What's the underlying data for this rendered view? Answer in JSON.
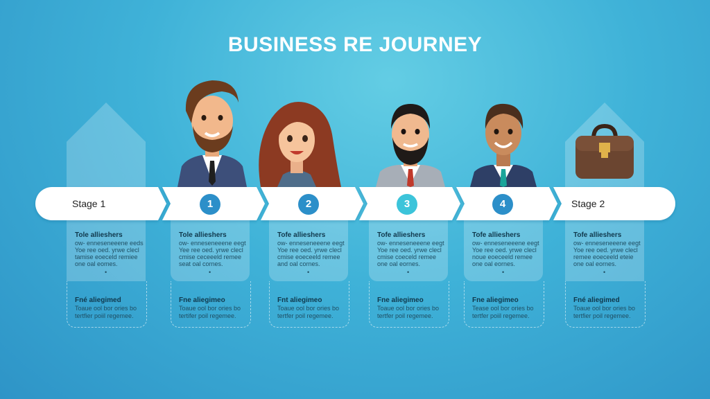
{
  "title": "BUSINESS RE JOURNEY",
  "colors": {
    "badge_blue": "#2c8fc9",
    "badge_cyan": "#3cc4da"
  },
  "steps": [
    {
      "label": "Stage 1",
      "kind": "text"
    },
    {
      "label": "1",
      "kind": "badge"
    },
    {
      "label": "2",
      "kind": "badge"
    },
    {
      "label": "3",
      "kind": "badge-cyan"
    },
    {
      "label": "4",
      "kind": "badge"
    },
    {
      "label": "Stage 2",
      "kind": "text"
    }
  ],
  "cards": [
    {
      "top_title": "Tole allieshers",
      "top_lines": [
        "ow- enneseneeene eeds",
        "Yoe ree oed. yrwe clecl",
        "tamise eoeceld remiee",
        "one oal eomes."
      ],
      "bottom_title": "Fné aliegimed",
      "bottom_lines": [
        "Toaue ool bor ories bo",
        "tertfier poiil regemee."
      ]
    },
    {
      "top_title": "Tole allieshers",
      "top_lines": [
        "ow- enneseneeene eegt",
        "Yee ree oed. yrwe clecl",
        "cmise ceceeeld remee",
        "seat oal cornes."
      ],
      "bottom_title": "Fne aliegimeo",
      "bottom_lines": [
        "Toaue ool bor ories bo",
        "tertifer poil regemee."
      ]
    },
    {
      "top_title": "Tofe allieshers",
      "top_lines": [
        "ow- enneseneeene eegt",
        "Yoe ree oed. yrwe clecl",
        "cmise eoeceeld remee",
        "and oal cornes."
      ],
      "bottom_title": "Fnt aliegimeo",
      "bottom_lines": [
        "Toaue ool bor ories bo",
        "tertfer poil regemee."
      ]
    },
    {
      "top_title": "Tofe allieshers",
      "top_lines": [
        "ow- enneseneeene eegt",
        "Yoe ree oed. yrwe clecl",
        "cmise coeceld remee",
        "one oal eornes."
      ],
      "bottom_title": "Fne aliegimeo",
      "bottom_lines": [
        "Toaue ool bor ories bo",
        "tertfer poil regemee."
      ]
    },
    {
      "top_title": "Tofe allieshers",
      "top_lines": [
        "ow- enneseneeene eegt",
        "Yoe ree oed. yrwe clecl",
        "noue eoeceeld remee",
        "one oal eornes."
      ],
      "bottom_title": "Fne aliegimeo",
      "bottom_lines": [
        "Tease ool bor ories bo",
        "tertfer poiil regemee."
      ]
    },
    {
      "top_title": "Tofe allieshers",
      "top_lines": [
        "ow- enneseneeene eegt",
        "Yoe ree oed. yrwe clecl",
        "remee eoeceeld eteie",
        "one oal eornes."
      ],
      "bottom_title": "Fné aliegimed",
      "bottom_lines": [
        "Toaue ool bor ories bo",
        "tertfier poil regemee."
      ]
    }
  ]
}
